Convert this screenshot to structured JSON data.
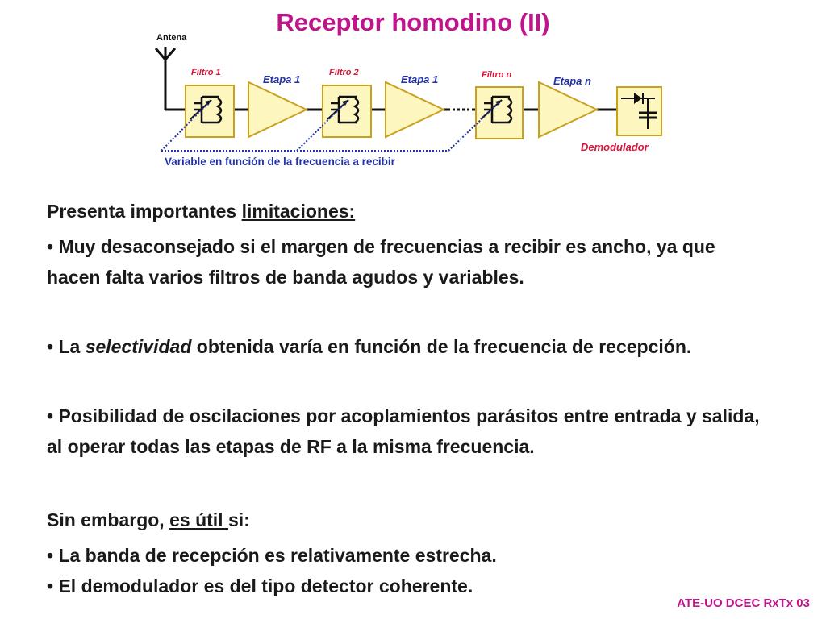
{
  "title": "Receptor homodino (II)",
  "diagram": {
    "antenna_label": "Antena",
    "stages": [
      {
        "filter_label": "Filtro 1",
        "amp_label": "Etapa 1"
      },
      {
        "filter_label": "Filtro 2",
        "amp_label": "Etapa 1"
      },
      {
        "filter_label": "Filtro n",
        "amp_label": "Etapa n"
      }
    ],
    "demodulator_label": "Demodulador",
    "variable_label": "Variable en función de la frecuencia a recibir",
    "colors": {
      "box_fill": "#fdf6be",
      "box_border": "#c8a11f",
      "tune_line": "#2231a8",
      "red": "#d8143a"
    }
  },
  "text": {
    "limitations_intro_pre": "Presenta importantes ",
    "limitations_intro_u": "limitaciones:",
    "bullet1": "• Muy desaconsejado si el margen de frecuencias a recibir es ancho, ya que hacen falta varios filtros de banda agudos y variables.",
    "bullet2_pre": "• La ",
    "bullet2_it": "selectividad",
    "bullet2_post": " obtenida varía en función de la frecuencia de recepción.",
    "bullet3": "• Posibilidad de oscilaciones por acoplamientos parásitos entre entrada y salida, al operar todas las etapas de RF a la misma frecuencia.",
    "useful_pre": "Sin embargo, ",
    "useful_u": "es útil ",
    "useful_post": "si:",
    "bullet4": "• La banda de recepción es relativamente estrecha.",
    "bullet5": "• El demodulador es del tipo detector coherente."
  },
  "footer": "ATE-UO DCEC RxTx 03"
}
